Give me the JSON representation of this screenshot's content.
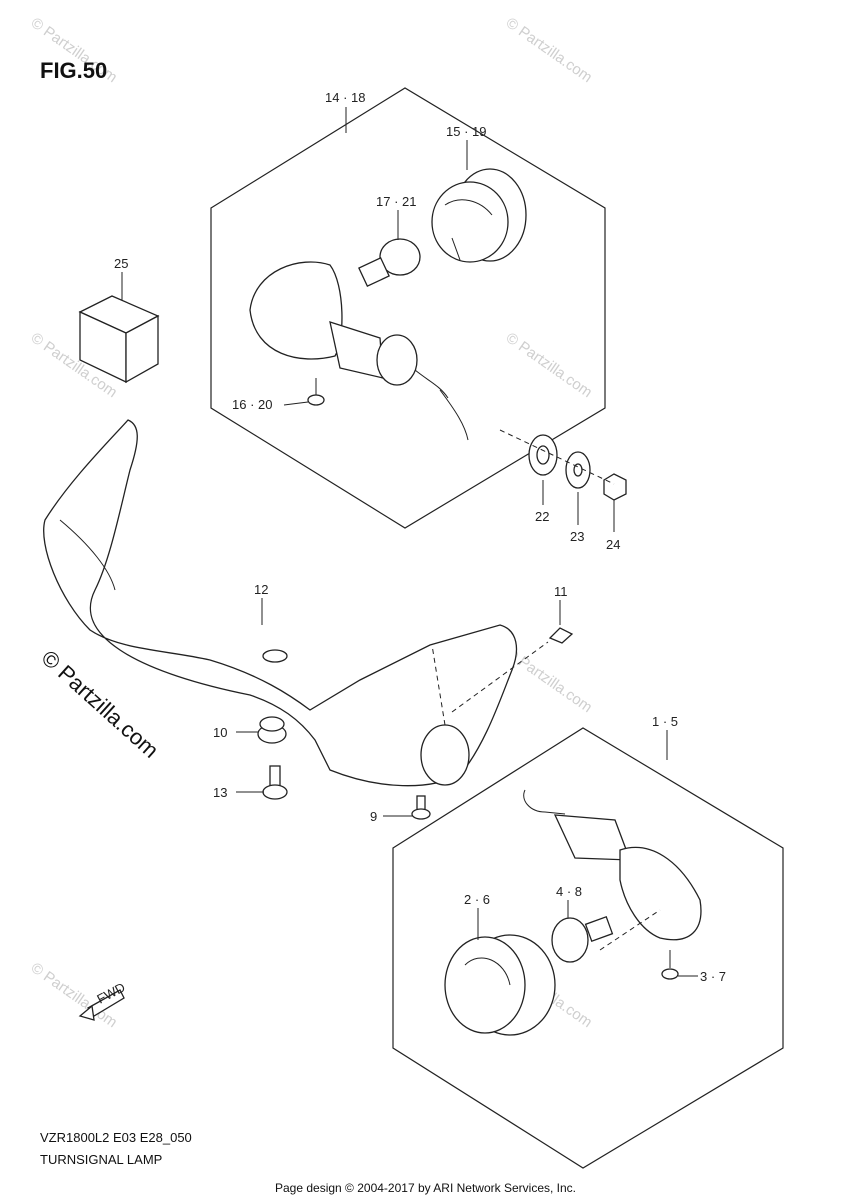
{
  "figure": {
    "title": "FIG.50",
    "model_code": "VZR1800L2 E03 E28_050",
    "diagram_name": "TURNSIGNAL LAMP",
    "credit": "Page design © 2004-2017 by ARI Network Services, Inc."
  },
  "watermarks": {
    "small": "© Partzilla.com",
    "large": "© Partzilla.com"
  },
  "callouts": [
    {
      "id": "c-14-18",
      "text": "14 · 18"
    },
    {
      "id": "c-15-19",
      "text": "15 · 19"
    },
    {
      "id": "c-17-21",
      "text": "17 · 21"
    },
    {
      "id": "c-25",
      "text": "25"
    },
    {
      "id": "c-16-20",
      "text": "16 · 20"
    },
    {
      "id": "c-22",
      "text": "22"
    },
    {
      "id": "c-23",
      "text": "23"
    },
    {
      "id": "c-24",
      "text": "24"
    },
    {
      "id": "c-12",
      "text": "12"
    },
    {
      "id": "c-11",
      "text": "11"
    },
    {
      "id": "c-10",
      "text": "10"
    },
    {
      "id": "c-13",
      "text": "13"
    },
    {
      "id": "c-9",
      "text": "9"
    },
    {
      "id": "c-1-5",
      "text": "1 · 5"
    },
    {
      "id": "c-2-6",
      "text": "2 · 6"
    },
    {
      "id": "c-4-8",
      "text": "4 · 8"
    },
    {
      "id": "c-3-7",
      "text": "3 · 7"
    }
  ],
  "fwd_label": "FWD"
}
